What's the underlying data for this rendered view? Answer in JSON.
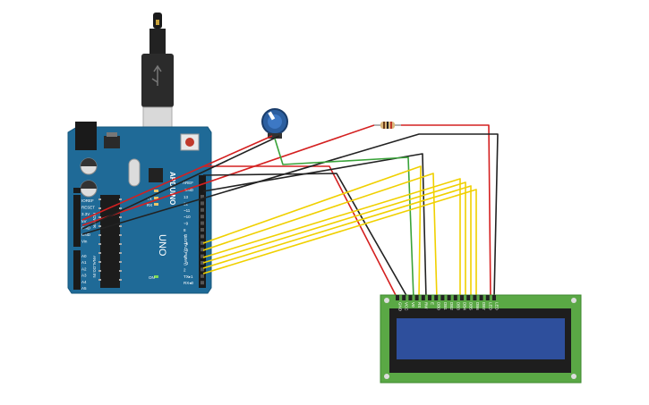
{
  "arduino": {
    "logo_text": "ARDUINO",
    "model": "UNO",
    "on_label": "ON",
    "tx_label": "TX",
    "rx_label": "RX",
    "digital_header": "DIGITAL (PWM~)",
    "analog_header": "ANALOG IN",
    "power_label": "POWER",
    "pin_aref": "AREF",
    "pin_gnd": "GND",
    "digital_pins": [
      "13",
      "12",
      "~11",
      "~10",
      "~9",
      "8",
      "7",
      "~6",
      "~5",
      "4",
      "~3",
      "2",
      "TX▸1",
      "RX◂0"
    ],
    "power_pins": [
      "IOREF",
      "RESET",
      "3.3V",
      "5V",
      "GND",
      "GND",
      "Vin"
    ],
    "analog_pins": [
      "A0",
      "A1",
      "A2",
      "A3",
      "A4",
      "A5"
    ]
  },
  "lcd": {
    "pins": [
      "GND",
      "VCC",
      "V0",
      "RS",
      "RW",
      "E",
      "DB0",
      "DB1",
      "DB2",
      "DB3",
      "DB4",
      "DB5",
      "DB6",
      "DB7",
      "LED",
      "LED"
    ],
    "screen_color": "#2e4f9c",
    "board_color": "#5aa845"
  },
  "colors": {
    "board": "#1f6a97",
    "wire_red": "#d42020",
    "wire_black": "#222222",
    "wire_yellow": "#f0d000",
    "wire_green": "#3aa33a"
  }
}
